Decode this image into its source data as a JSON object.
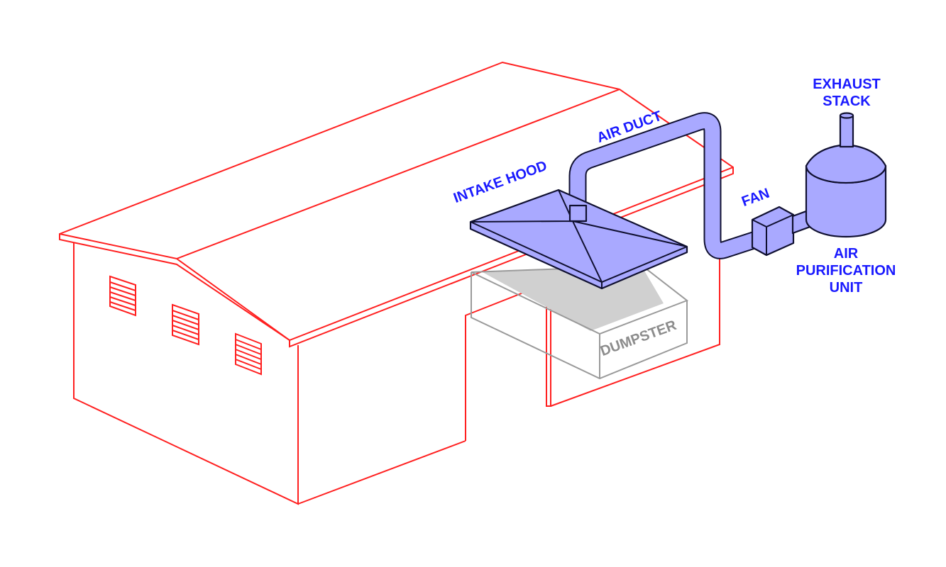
{
  "labels": {
    "intake_hood": "INTAKE HOOD",
    "air_duct": "AIR DUCT",
    "fan": "FAN",
    "exhaust_stack": [
      "EXHAUST",
      "STACK"
    ],
    "air_purification_unit": [
      "AIR",
      "PURIFICATION",
      "UNIT"
    ],
    "dumpster": "DUMPSTER"
  },
  "colors": {
    "building_outline": "#ff2020",
    "equipment_fill": "#a9a9ff",
    "equipment_outline": "#101030",
    "label_text": "#1a1aff",
    "dumpster_outline": "#9a9a9a",
    "dumpster_text": "#8c8c8c"
  }
}
